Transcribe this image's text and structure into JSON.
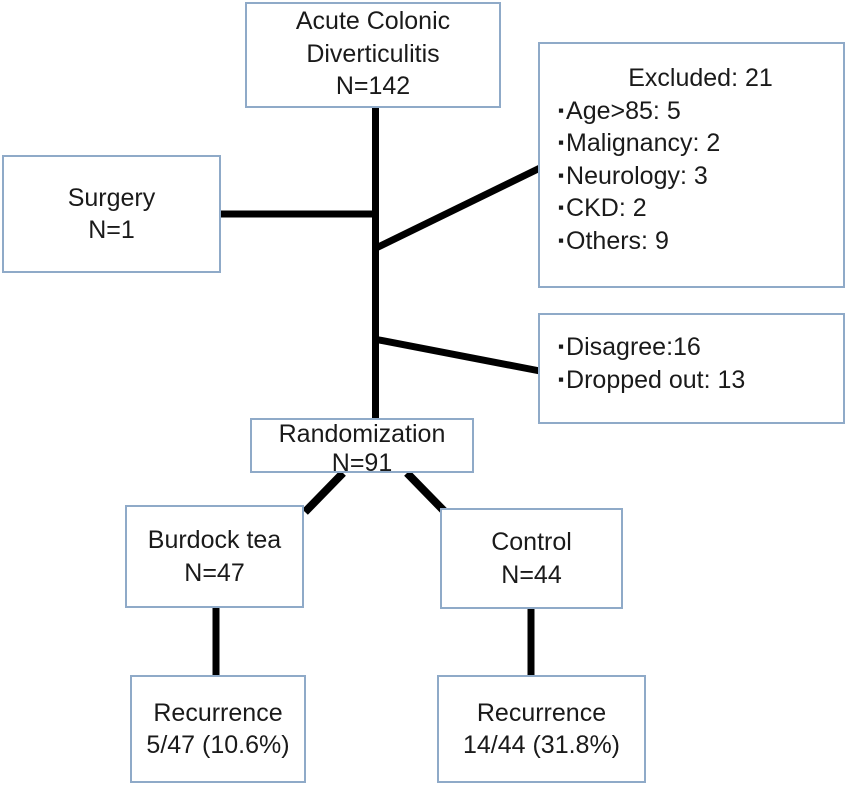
{
  "diagram": {
    "type": "flowchart",
    "title": "Acute colonic diverticulitis trial flow diagram",
    "style": {
      "box_border_color": "#8FAAC8",
      "box_fill_color": "#FFFFFF",
      "connector_color": "#000000",
      "text_color": "#1A1A1A",
      "background": "#FFFFFF"
    },
    "nodes": {
      "acute": {
        "name": "Acute Colonic Diverticulitis",
        "line1": "Acute Colonic",
        "line2": "Diverticulitis",
        "line3": "N=142",
        "n": 142
      },
      "excluded": {
        "heading": "Excluded: 21",
        "total": 21,
        "bullet": "▪",
        "items": [
          {
            "label": "Age>85: 5",
            "reason": "Age>85",
            "count": 5
          },
          {
            "label": "Malignancy: 2",
            "reason": "Malignancy",
            "count": 2
          },
          {
            "label": "Neurology: 3",
            "reason": "Neurology",
            "count": 3
          },
          {
            "label": "CKD: 2",
            "reason": "CKD",
            "count": 2
          },
          {
            "label": "Others: 9",
            "reason": "Others",
            "count": 9
          }
        ]
      },
      "surgery": {
        "line1": "Surgery",
        "line2": "N=1",
        "n": 1
      },
      "dropout": {
        "bullet": "▪",
        "items": [
          {
            "label": "Disagree:16",
            "reason": "Disagree",
            "count": 16
          },
          {
            "label": "Dropped out: 13",
            "reason": "Dropped out",
            "count": 13
          }
        ]
      },
      "randomization": {
        "line1": "Randomization",
        "line2": "N=91",
        "n": 91
      },
      "burdock": {
        "line1": "Burdock tea",
        "line2": "N=47",
        "n": 47
      },
      "control": {
        "line1": "Control",
        "line2": "N=44",
        "n": 44
      },
      "recurrence_burdock": {
        "line1": "Recurrence",
        "line2": "5/47 (10.6%)",
        "events": 5,
        "total": 47,
        "percent": 10.6
      },
      "recurrence_control": {
        "line1": "Recurrence",
        "line2": "14/44 (31.8%)",
        "events": 14,
        "total": 44,
        "percent": 31.8
      }
    },
    "edges": [
      {
        "from": "acute",
        "to": "randomization",
        "kind": "vertical-trunk"
      },
      {
        "from": "trunk",
        "to": "surgery",
        "kind": "horizontal"
      },
      {
        "from": "trunk",
        "to": "excluded",
        "kind": "diagonal-up-right"
      },
      {
        "from": "trunk",
        "to": "dropout",
        "kind": "diagonal-down-right"
      },
      {
        "from": "randomization",
        "to": "burdock",
        "kind": "diagonal-down-left"
      },
      {
        "from": "randomization",
        "to": "control",
        "kind": "diagonal-down-right"
      },
      {
        "from": "burdock",
        "to": "recurrence_burdock",
        "kind": "vertical"
      },
      {
        "from": "control",
        "to": "recurrence_control",
        "kind": "vertical"
      }
    ]
  }
}
